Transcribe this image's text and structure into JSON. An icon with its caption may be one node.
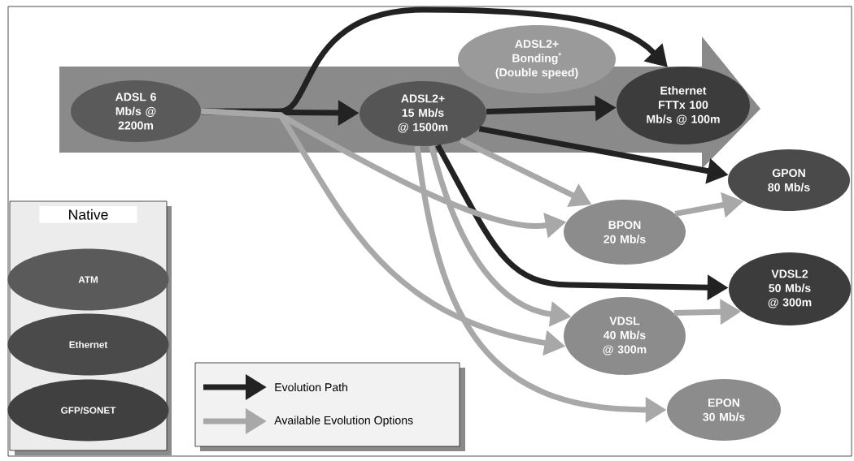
{
  "diagram": {
    "nodes": [
      {
        "text": [
          "ADSL 6 Mb/s @ 2200m"
        ]
      },
      {
        "text": [
          "ADSL2+ 15 Mb/s @ 1500m"
        ]
      },
      {
        "text": [
          "ADSL2+ Bonding$^{*}$ (Double speed)"
        ]
      },
      {
        "text": [
          "Ethernet FTTx 100 Mb/s @ 100m"
        ]
      },
      {
        "text": [
          "GPON 80 Mb/s"
        ]
      },
      {
        "text": [
          "BPON 20 Mb/s"
        ]
      },
      {
        "text": [
          "VDSL2 50 Mb/s @ 300m"
        ]
      },
      {
        "text": [
          "VDSL 40 Mb/s @ 300m"
        ]
      },
      {
        "text": [
          "EPON 30 Mb/s"
        ]
      },
      {
        "text": [
          "Native"
        ]
      },
      {
        "text": [
          "ATM"
        ],
        "in": 9
      },
      {
        "text": [
          "Ethernet"
        ],
        "in": 9
      },
      {
        "text": [
          "GFP/SONET"
        ],
        "in": 9
      }
    ],
    "edges": [
      {
        "from": 0,
        "to": 1,
        "arrow": "to",
        "color": "#222222"
      },
      {
        "from": 0,
        "to": 3,
        "arrow": "to",
        "color": "#222222"
      },
      {
        "from": 1,
        "to": 3,
        "arrow": "to",
        "color": "#222222"
      },
      {
        "from": 1,
        "to": 4,
        "arrow": "to",
        "color": "#222222"
      },
      {
        "from": 1,
        "to": 6,
        "arrow": "to",
        "color": "#222222"
      },
      {
        "from": 0,
        "to": 5,
        "arrow": "to"
      },
      {
        "from": 0,
        "to": 7,
        "arrow": "to"
      },
      {
        "from": 1,
        "to": 5,
        "arrow": "to"
      },
      {
        "from": 1,
        "to": 7,
        "arrow": "to"
      },
      {
        "from": 1,
        "to": 8,
        "arrow": "to"
      },
      {
        "from": 5,
        "to": 4,
        "arrow": "to"
      },
      {
        "from": 7,
        "to": 6,
        "arrow": "to"
      }
    ],
    "legend": [
      {
        "text": "Evolution Path"
      },
      {
        "text": "Available Evolution Options"
      }
    ]
  }
}
